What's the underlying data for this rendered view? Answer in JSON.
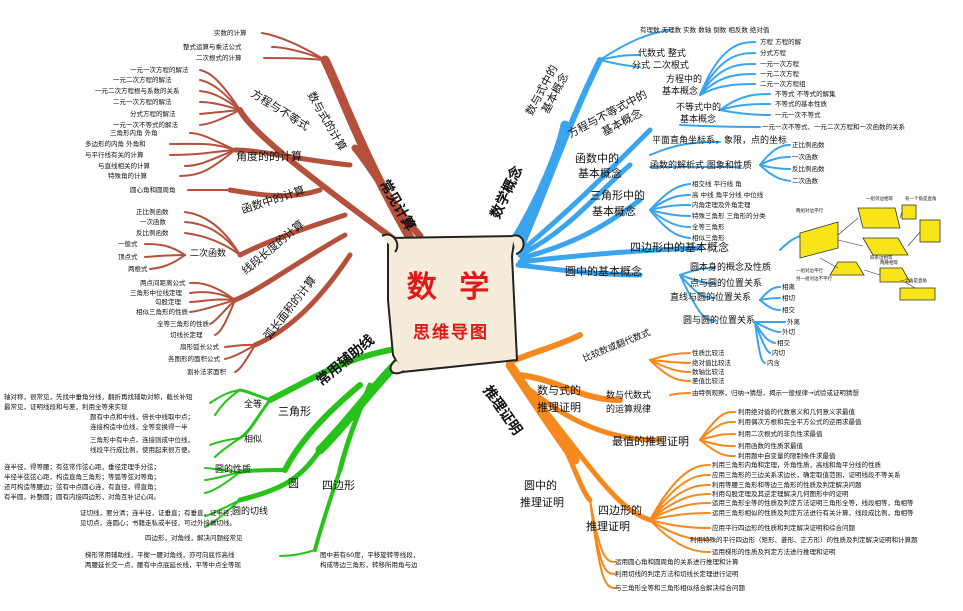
{
  "center": {
    "title": "数  学",
    "subtitle": "思维导图"
  },
  "colors": {
    "brown": "#b5503d",
    "blue": "#3aa4ee",
    "green": "#27c21a",
    "orange": "#f5891e",
    "title_red": "#e11818"
  },
  "branches": {
    "common_calc": {
      "label": "常见计算"
    },
    "math_concepts": {
      "label": "数学概念"
    },
    "common_aux": {
      "label": "常用辅助线"
    },
    "proof": {
      "label": "推理证明"
    }
  },
  "brown": {
    "number_calc": {
      "label": "数与式的计算",
      "leaves": [
        "实数的计算",
        "整式运算与乘法公式",
        "二次根式的计算"
      ]
    },
    "equation": {
      "label": "方程与不等式",
      "leaves": [
        "一元一次方程的解法",
        "一元二次方程的解法",
        "一元二次方程根与系数的关系",
        "二元一次方程的解法",
        "分式方程的解法",
        "一元一次不等式的解法"
      ]
    },
    "angle": {
      "label": "角度的的计算",
      "leaves": [
        "三角形内角  外角",
        "多边形的内角  外角和",
        "与平行线有关的计算",
        "与直线相关的计算",
        "特殊角的计算"
      ]
    },
    "circle_angle": {
      "label": "圆心角和圆周角"
    },
    "function_calc": {
      "label": "函数中的计算",
      "leaves": [
        "正比例函数",
        "一次函数",
        "反比例函数"
      ]
    },
    "quadratic": {
      "label": "二次函数",
      "leaves": [
        "一般式",
        "顶点式",
        "两根式"
      ]
    },
    "segment": {
      "label": "线段长度的计算",
      "leaves": [
        "两点间距离公式",
        "三角形中位线定理",
        "勾股定理",
        "相似三角形的性质",
        "全等三角形的性质",
        "切线长定理"
      ]
    },
    "arc_area": {
      "label": "弧长面积的计算",
      "leaves": [
        "扇形弧长公式",
        "各图形的面积公式",
        "割补法求面积"
      ]
    }
  },
  "blue": {
    "number_concept": {
      "label1": "数与式中的",
      "label2": "基本概念",
      "top": "有理数  无理数  实数  数轴  倒数  相反数  绝对值",
      "algebraic": "代数式  整式",
      "fraction": "分式   二次根式"
    },
    "equation_concept": {
      "label1": "方程与不等式中的",
      "label2": "基本概念",
      "eq_label1": "方程中的",
      "eq_label2": "基本概念",
      "eq_leaves": [
        "方程  方程的解",
        "分式方程",
        "一元一次方程",
        "一元二次方程",
        "二元一次方程组"
      ],
      "ineq_label": "不等式中的",
      "ineq_leaves": [
        "不等式  不等式的解集",
        "不等式的基本性质",
        "一元一次不等式"
      ],
      "ineq_bottom": "一元一次不等式、一元二次方程和一次函数的关系"
    },
    "function_concept": {
      "label1": "函数中的",
      "label2": "基本概念",
      "coord": "平面直角坐标系，象限，点的坐标",
      "analytic": "函数的解析式  图象和性质",
      "leaves": [
        "正比例函数",
        "一次函数",
        "反比例函数",
        "二次函数"
      ]
    },
    "triangle_concept": {
      "label1": "三角形中的",
      "label2": "基本概念",
      "leaves": [
        "相交线  平行线  角",
        "高  中线  角平分线  中位线",
        "内角定理及外角定理",
        "特殊三角形  三角形的分类",
        "全等三角形",
        "相似三角形"
      ]
    },
    "quad_concept": {
      "label": "四边形中的基本概念",
      "diagram": [
        "两组对边平行",
        "一组邻边相等",
        "有一个角是直角",
        "四条边相等",
        "一组对边平行",
        "另一组对边不平行",
        "两腰相等",
        "一个角是直角"
      ]
    },
    "circle_concept": {
      "label": "圆中的基本概念",
      "leaves": [
        "圆本身的概念及性质",
        "点与圆的位置关系",
        "直线与圆的位置关系",
        "圆与圆的位置关系"
      ],
      "line_leaves": [
        "相离",
        "相切",
        "相交"
      ],
      "circle_leaves": [
        "外离",
        "外切",
        "相交",
        "内切",
        "内含"
      ]
    }
  },
  "green": {
    "triangle": {
      "label": "三角形",
      "congruent": "全等",
      "similar": "相似",
      "congruent_text": [
        "题有中点和中线，倍长中线取中点；",
        "连接构造中位线，全等变换得一半"
      ],
      "similar_text": [
        "三角形中有中点，连接则成中位线，",
        "线段平行成比例，使用起来很方便。"
      ],
      "top_text": [
        "轴对称，很常见，先找中垂角分线，翻折再找辅助对称，截长补短",
        "最常见，证明线段和与差，利用全等来实现"
      ]
    },
    "circle": {
      "label": "圆",
      "property": "圆的性质",
      "tangent": "圆的切线",
      "property_text": [
        "连半径，得等腰；有弦常作弦心距，垂径定理手分弦；",
        "半径半弦弦心距，构造直角三角形；等弧等弦对等角；",
        "还可构造等腰边；弦有中点圆心连，有直径，得直角；",
        "有半圆，补整圆；圆有内接四边形，对角互补记心间。"
      ],
      "tangent_text": [
        "证切线，要分清；连半径，证垂直；有垂直，证半径；",
        "见切点，连圆心；书籍走私或半径，可过外接做切线。"
      ]
    },
    "quad": {
      "label": "四边形",
      "diag": "四边形，对角线，解决问题经常见",
      "trap": [
        "梯形常用辅助线，平衡一腰对角线，亦可向底作高线",
        "两腰延长交一点，腰有中点底延长线，平等中点全等现"
      ],
      "center": [
        "图中若有60度，平移旋转等线段，",
        "构成等边三角形，转移所用角与边"
      ]
    }
  },
  "orange": {
    "compare": "比较数或翻代数式",
    "number_proof": {
      "label1": "数与式的",
      "label2": "推理证明",
      "rule1": "数与代数式",
      "rule2": "的运算规律",
      "leaves": [
        "性质比较法",
        "绝对值比较法",
        "数轴比较法",
        "差值比较法"
      ],
      "guess": "由特例观察，归纳→猜想，揭示一般规律→试验或证明猜想"
    },
    "extreme": {
      "label": "最值的推理证明",
      "leaves": [
        "利用绝对值的代数意义和几何意义求最值",
        "利用偶次方根和完全平方公式的逆用求最值",
        "利用二次根式的非负性求最值",
        "利用函数的性质求最值",
        "利用题中自变量的限制条件求最值"
      ]
    },
    "circle_proof": {
      "label1": "圆中的",
      "label2": "推理证明",
      "leaves": [
        "运用圆心角和圆周角的关系进行推理和计算",
        "利用切线的判定方法和切线长定理进行证明",
        "与三角形全等和三角形相似结合解决综合问题"
      ]
    },
    "quad_proof": {
      "label1": "四边形的",
      "label2": "推理证明",
      "leaves": [
        "利用三角形内角和定理，外角性质，高线和角平分线的性质",
        "应用三角形的三边关系求边长，确定取值范围，证明线段不等关系",
        "利用等腰三角形和等边三角形的性质及判定解决问题",
        "利用勾股定理及其逆定理解决几何图形中的证明",
        "运用三角形全等的性质及判定方法证明三角形全等，线段相等，角相等",
        "运用三角形相似的性质及判定方法进行有关计算，线段成比例，角相等",
        "应用平行四边形的性质和判定解决证明和综合问题",
        "利用特殊的平行四边形（矩形、菱形、正方形）的性质及判定解决证明和计算题",
        "运用梯形的性质及判定方法进行推理和证明"
      ]
    }
  }
}
